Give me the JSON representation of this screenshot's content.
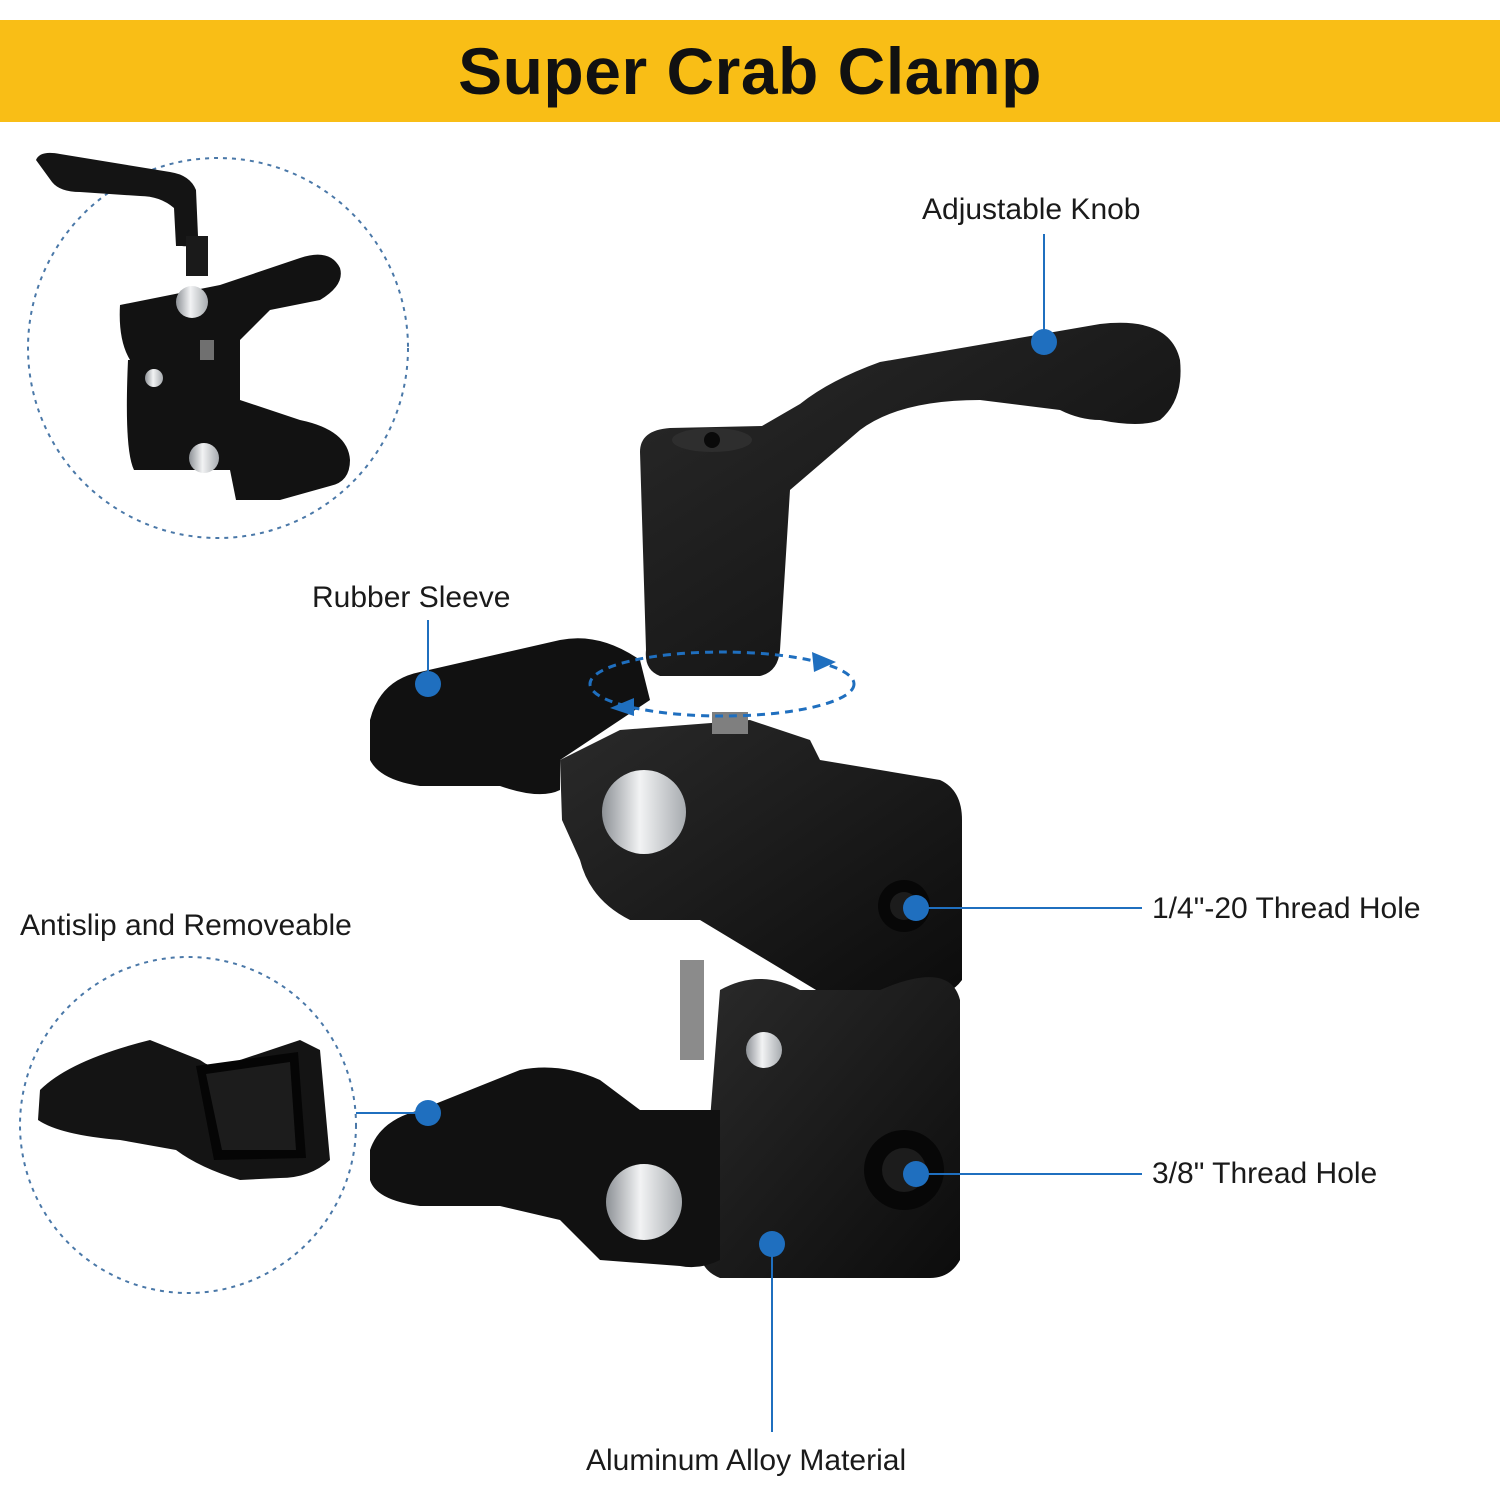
{
  "header": {
    "title": "Super Crab Clamp"
  },
  "colors": {
    "banner": "#f9be16",
    "callout": "#1f6fbf",
    "product": "#111111"
  },
  "labels": {
    "adjustable_knob": "Adjustable Knob",
    "rubber_sleeve": "Rubber Sleeve",
    "thread_quarter": "1/4\"-20 Thread Hole",
    "antislip": "Antislip and Removeable",
    "thread_three_eighths": "3/8\" Thread Hole",
    "aluminum": "Aluminum Alloy Material"
  },
  "icons": [
    "clamp-thumbnail-icon",
    "rubber-sleeve-detail-icon",
    "rotation-arrow-icon"
  ]
}
